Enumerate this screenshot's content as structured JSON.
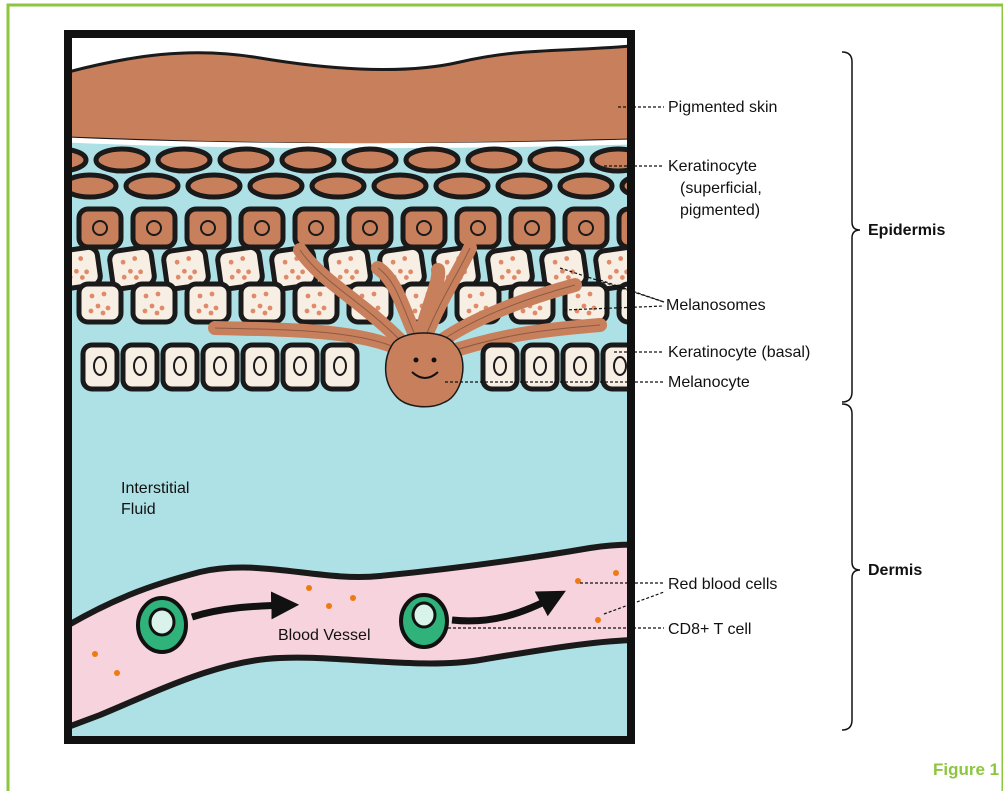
{
  "colors": {
    "frame_green": "#8cc63f",
    "skin_brown": "#c87f5c",
    "fluid_blue": "#aee1e6",
    "vessel_pink": "#f7d3dd",
    "cell_cream": "#f8efe4",
    "tcell_green": "#2fb37a",
    "rbc_orange": "#f07a10"
  },
  "labels": {
    "pigmented_skin": "Pigmented skin",
    "keratinocyte_superficial": [
      "Keratinocyte",
      "(superficial,",
      "pigmented)"
    ],
    "melanosomes": "Melanosomes",
    "keratinocyte_basal": "Keratinocyte (basal)",
    "melanocyte": "Melanocyte",
    "interstitial_fluid": [
      "Interstitial",
      "Fluid"
    ],
    "blood_vessel": "Blood Vessel",
    "red_blood_cells": "Red blood cells",
    "cd8_t_cell": "CD8+ T cell"
  },
  "brackets": {
    "epidermis": "Epidermis",
    "dermis": "Dermis"
  },
  "caption": "Figure 1"
}
